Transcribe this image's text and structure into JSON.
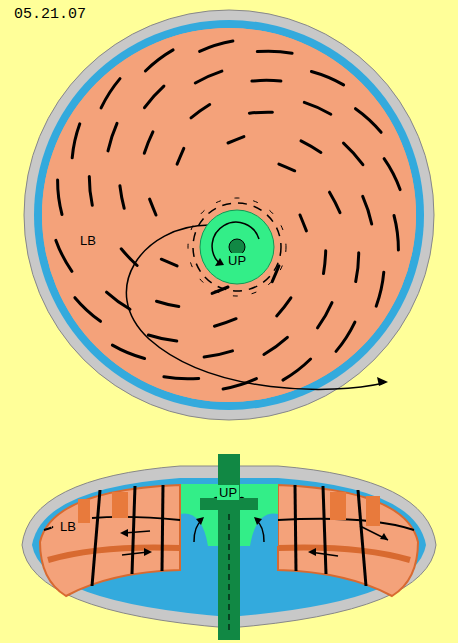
{
  "diagram": {
    "nodes": [
      {
        "text": [
          "LB"
        ]
      },
      {
        "text": [
          "UP"
        ],
        "in": 0
      },
      {
        "text": [
          "UP"
        ]
      },
      {
        "text": [
          "LB"
        ]
      }
    ],
    "labels": [
      "05.21.07"
    ]
  }
}
